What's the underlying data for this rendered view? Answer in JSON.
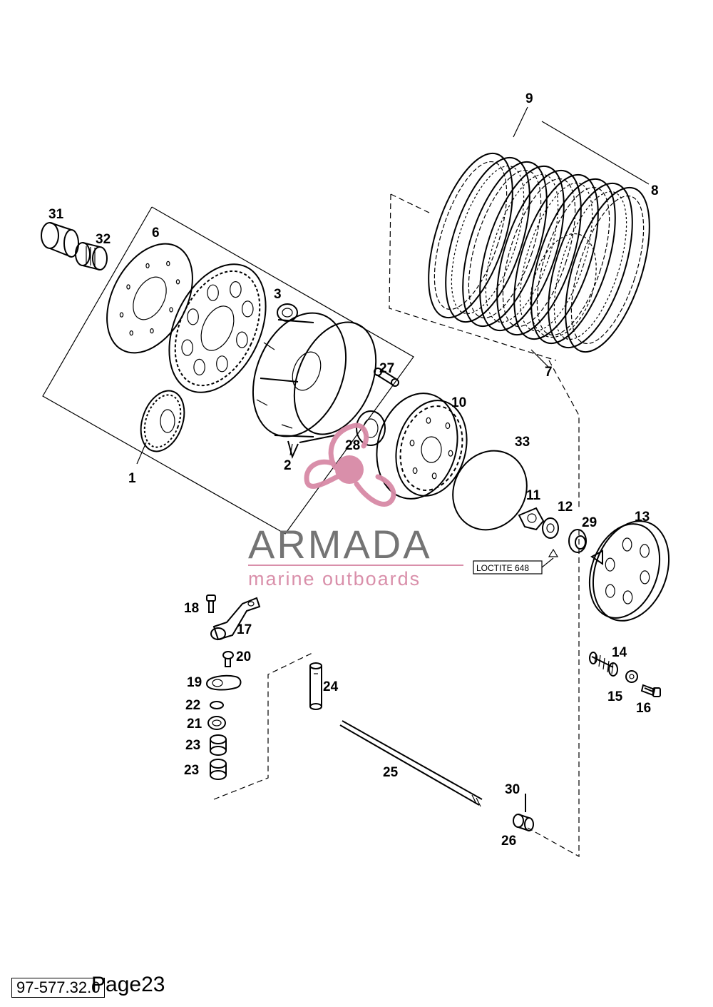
{
  "callouts": [
    {
      "id": "c1",
      "text": "1"
    },
    {
      "id": "c2",
      "text": "2"
    },
    {
      "id": "c3",
      "text": "3"
    },
    {
      "id": "c6",
      "text": "6"
    },
    {
      "id": "c7",
      "text": "7"
    },
    {
      "id": "c8",
      "text": "8"
    },
    {
      "id": "c9",
      "text": "9"
    },
    {
      "id": "c10",
      "text": "10"
    },
    {
      "id": "c11",
      "text": "11"
    },
    {
      "id": "c12",
      "text": "12"
    },
    {
      "id": "c13",
      "text": "13"
    },
    {
      "id": "c14",
      "text": "14"
    },
    {
      "id": "c15",
      "text": "15"
    },
    {
      "id": "c16",
      "text": "16"
    },
    {
      "id": "c17",
      "text": "17"
    },
    {
      "id": "c18",
      "text": "18"
    },
    {
      "id": "c19",
      "text": "19"
    },
    {
      "id": "c20",
      "text": "20"
    },
    {
      "id": "c21",
      "text": "21"
    },
    {
      "id": "c22",
      "text": "22"
    },
    {
      "id": "c23a",
      "text": "23"
    },
    {
      "id": "c23b",
      "text": "23"
    },
    {
      "id": "c24",
      "text": "24"
    },
    {
      "id": "c25",
      "text": "25"
    },
    {
      "id": "c26",
      "text": "26"
    },
    {
      "id": "c27",
      "text": "27"
    },
    {
      "id": "c28",
      "text": "28"
    },
    {
      "id": "c29",
      "text": "29"
    },
    {
      "id": "c30",
      "text": "30"
    },
    {
      "id": "c31",
      "text": "31"
    },
    {
      "id": "c32",
      "text": "32"
    },
    {
      "id": "c33",
      "text": "33"
    }
  ],
  "annotation": {
    "loctite": "LOCTITE 648"
  },
  "watermark": {
    "title": "ARMADA",
    "subtitle": "marine outboards",
    "logo_icon": "propeller-logo-icon",
    "colors": {
      "title": "#6d6d6d",
      "accent": "#d88aa6"
    }
  },
  "footer": {
    "code": "97-577.32.0",
    "page": "Page23"
  }
}
